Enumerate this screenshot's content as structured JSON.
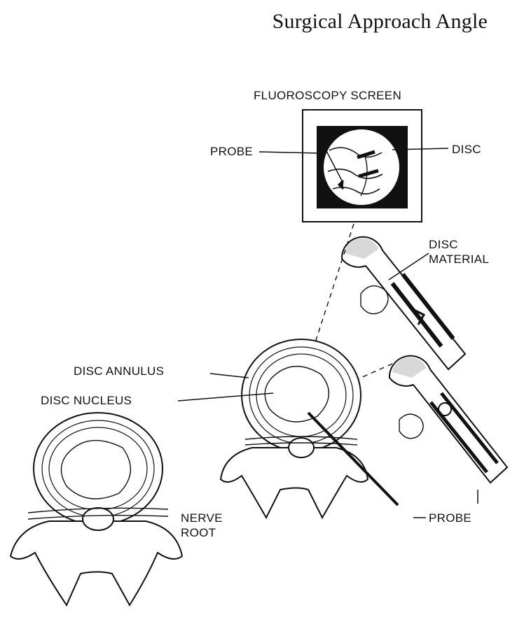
{
  "title": "Surgical Approach Angle",
  "labels": {
    "fluoro_screen": "FLUOROSCOPY SCREEN",
    "probe_left": "PROBE",
    "disc_right": "DISC",
    "disc_material_1": "DISC",
    "disc_material_2": "MATERIAL",
    "disc_annulus": "DISC  ANNULUS",
    "disc_nucleus": "DISC NUCLEUS",
    "nerve_root_1": "NERVE",
    "nerve_root_2": "ROOT",
    "probe_bottom": "PROBE"
  },
  "colors": {
    "ink": "#111111",
    "paper": "#ffffff",
    "screen": "#111111",
    "tip_fill": "#d8d8d8"
  }
}
